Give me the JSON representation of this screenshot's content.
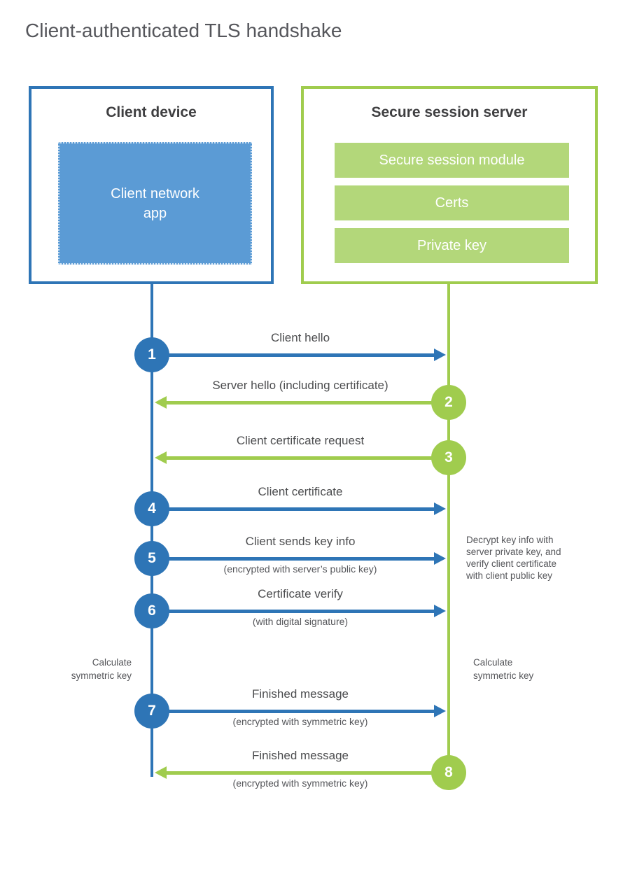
{
  "title": "Client-authenticated TLS handshake",
  "colors": {
    "blue_accent": "#2e75b6",
    "blue_fill": "#5b9bd5",
    "green_accent": "#a0cc4e",
    "green_fill": "#b3d77a",
    "title_text": "#55565b",
    "label_text": "#4c4d4f"
  },
  "client": {
    "title": "Client device",
    "app_label": "Client network\napp"
  },
  "server": {
    "title": "Secure session server",
    "modules": [
      "Secure session module",
      "Certs",
      "Private key"
    ]
  },
  "steps": [
    {
      "num": "1",
      "label": "Client hello",
      "direction": "right",
      "color": "blue"
    },
    {
      "num": "2",
      "label": "Server hello (including certificate)",
      "direction": "left",
      "color": "green"
    },
    {
      "num": "3",
      "label": "Client certificate request",
      "direction": "left",
      "color": "green"
    },
    {
      "num": "4",
      "label": "Client certificate",
      "direction": "right",
      "color": "blue"
    },
    {
      "num": "5",
      "label": "Client sends key info",
      "sublabel": "(encrypted with server’s public key)",
      "direction": "right",
      "color": "blue"
    },
    {
      "num": "6",
      "label": "Certificate verify",
      "sublabel": "(with digital signature)",
      "direction": "right",
      "color": "blue"
    },
    {
      "num": "7",
      "label": "Finished message",
      "sublabel": "(encrypted with symmetric key)",
      "direction": "right",
      "color": "blue"
    },
    {
      "num": "8",
      "label": "Finished message",
      "sublabel": "(encrypted with symmetric key)",
      "direction": "left",
      "color": "green"
    }
  ],
  "annotations": {
    "decrypt_note": "Decrypt key info with\nserver private key, and\nverify client certificate\nwith client public key",
    "calculate_left": "Calculate\nsymmetric key",
    "calculate_right": "Calculate\nsymmetric key"
  }
}
